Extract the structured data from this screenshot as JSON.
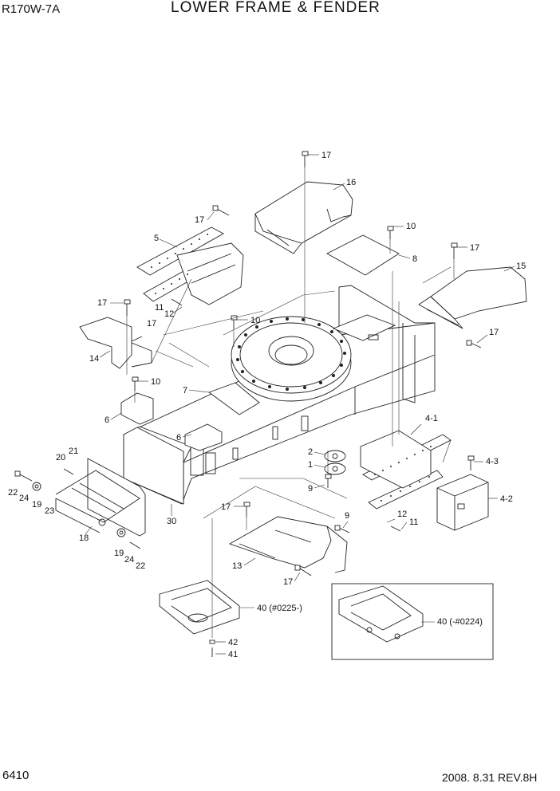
{
  "header": {
    "model": "R170W-7A",
    "title": "LOWER FRAME & FENDER"
  },
  "footer": {
    "page_number": "6410",
    "revision": "2008. 8.31  REV.8H"
  },
  "callouts": {
    "c1": "1",
    "c2": "2",
    "c4_1": "4-1",
    "c4_2": "4-2",
    "c4_3": "4-3",
    "c5": "5",
    "c6a": "6",
    "c6b": "6",
    "c7": "7",
    "c8": "8",
    "c9a": "9",
    "c9b": "9",
    "c10a": "10",
    "c10b": "10",
    "c10c": "10",
    "c11a": "11",
    "c11b": "11",
    "c12a": "12",
    "c12b": "12",
    "c13": "13",
    "c14": "14",
    "c15": "15",
    "c16": "16",
    "c17a": "17",
    "c17b": "17",
    "c17c": "17",
    "c17d": "17",
    "c17e": "17",
    "c17f": "17",
    "c17g": "17",
    "c17h": "17",
    "c18": "18",
    "c19a": "19",
    "c19b": "19",
    "c20": "20",
    "c21": "21",
    "c22a": "22",
    "c22b": "22",
    "c23": "23",
    "c24a": "24",
    "c24b": "24",
    "c30": "30",
    "c40a": "40 (#0225-)",
    "c40b": "40 (-#0224)",
    "c41": "41",
    "c42": "42"
  }
}
